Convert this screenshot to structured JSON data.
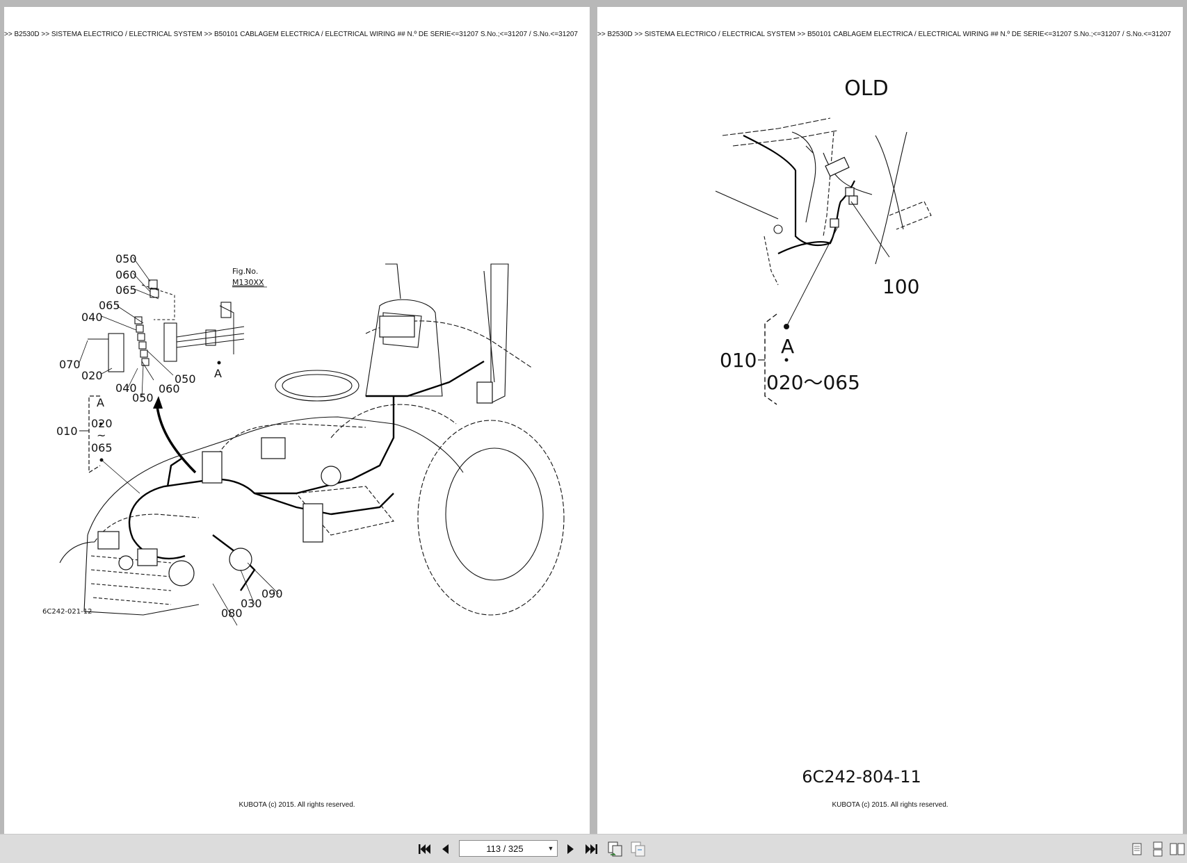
{
  "left_page": {
    "breadcrumb": ">> B2530D >> SISTEMA ELÉCTRICO / ELECTRICAL SYSTEM >> B50101   CABLAGEM ELECTRICA / ELECTRICAL WIRING ## N.º DE SÉRIE<=31207 S.No.;<=31207 / S.No.<=31207",
    "copyright": "KUBOTA (c) 2015. All rights reserved.",
    "figure_ref_label": "Fig.No.",
    "figure_ref_value": "M130XX",
    "drawing_code": "6C242-021-12",
    "callouts": {
      "c050a": "050",
      "c060a": "060",
      "c065a": "065",
      "c065b": "065",
      "c040a": "040",
      "c070": "070",
      "c020": "020",
      "c040b": "040",
      "c050b": "050",
      "c060b": "060",
      "c050c": "050",
      "cA": "A",
      "bA": "A",
      "b020": "020",
      "btilde": "~",
      "b065": "065",
      "c010": "010",
      "c080": "080",
      "c030": "030",
      "c090": "090"
    }
  },
  "right_page": {
    "breadcrumb": ">> B2530D >> SISTEMA ELÉCTRICO / ELECTRICAL SYSTEM >> B50101   CABLAGEM ELECTRICA / ELECTRICAL WIRING ## N.º DE SÉRIE<=31207 S.No.;<=31207 / S.No.<=31207",
    "copyright": "KUBOTA (c) 2015. All rights reserved.",
    "heading": "OLD",
    "drawing_code": "6C242-804-11",
    "callouts": {
      "c100": "100",
      "c010": "010",
      "cA": "A",
      "crange": "020～065"
    }
  },
  "toolbar": {
    "page_indicator": "113 / 325",
    "icons": [
      "first-page-icon",
      "prev-page-icon",
      "next-page-icon",
      "last-page-icon",
      "sync-pages-icon",
      "compare-pages-icon",
      "single-page-view-icon",
      "continuous-view-icon",
      "two-page-view-icon"
    ]
  }
}
